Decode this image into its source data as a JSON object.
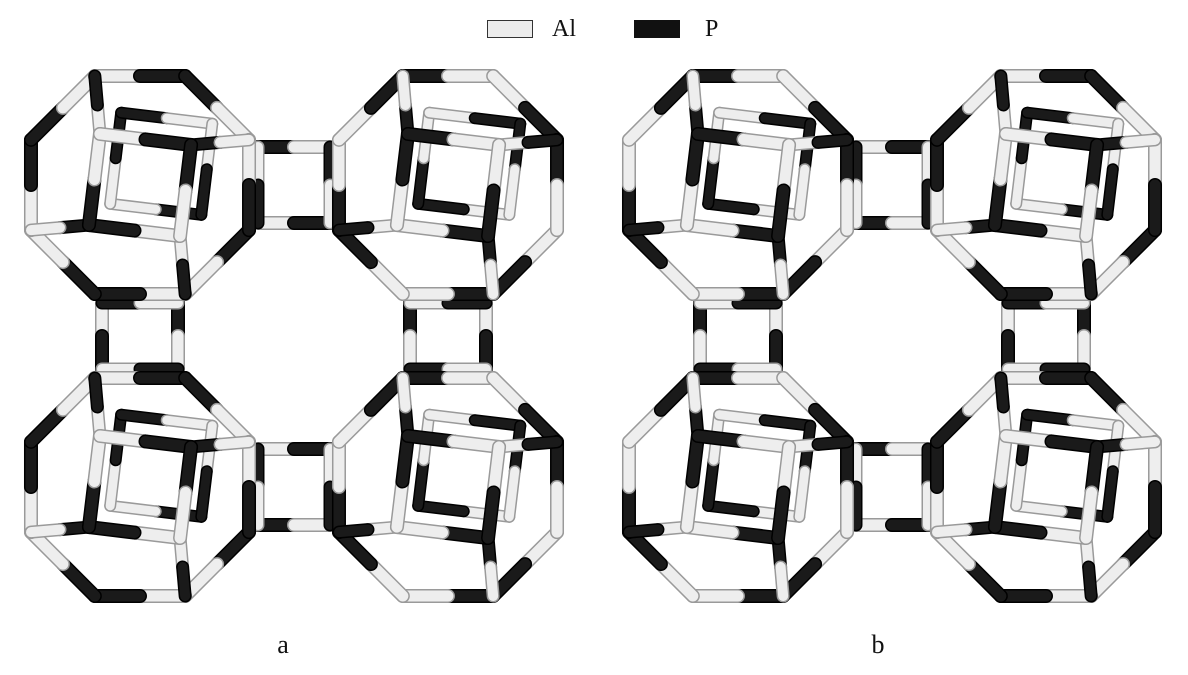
{
  "legend": {
    "items": [
      {
        "label": "Al",
        "color": "#ececec",
        "border": "#333333"
      },
      {
        "label": "P",
        "color": "#111111",
        "border": "#111111"
      }
    ]
  },
  "panels": [
    {
      "label": "a"
    },
    {
      "label": "b"
    }
  ],
  "colors": {
    "al_bond": "#eeeeee",
    "al_edge": "#9a9a9a",
    "p_bond": "#1a1a1a",
    "p_edge": "#000000"
  }
}
